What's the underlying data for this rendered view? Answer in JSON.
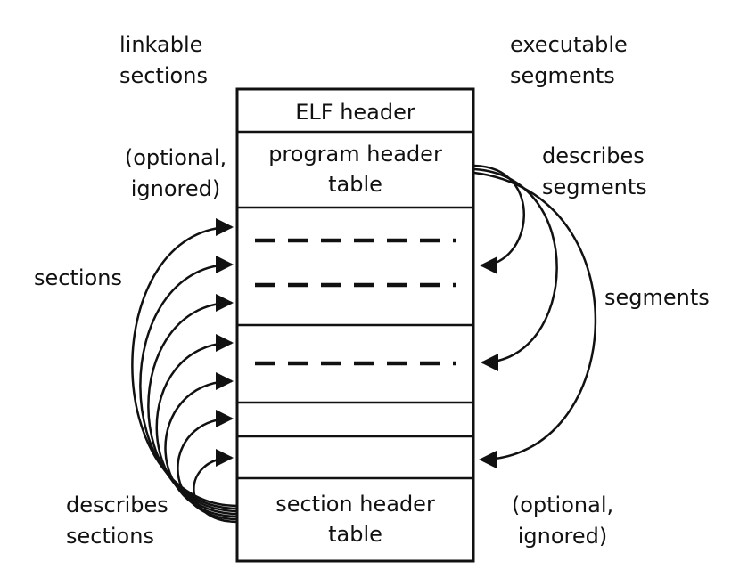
{
  "diagram": {
    "box": {
      "elf_header": "ELF header",
      "program_header_table": "program header\ntable",
      "section_header_table": "section header\ntable"
    },
    "labels": {
      "linkable_sections": "linkable\nsections",
      "executable_segments": "executable\nsegments",
      "optional_ignored_left": "(optional,\nignored)",
      "sections": "sections",
      "describes_sections": "describes\nsections",
      "describes_segments": "describes\nsegments",
      "segments": "segments",
      "optional_ignored_right": "(optional,\nignored)"
    },
    "colors": {
      "line": "#111111",
      "text": "#111111",
      "background": "#ffffff"
    }
  }
}
